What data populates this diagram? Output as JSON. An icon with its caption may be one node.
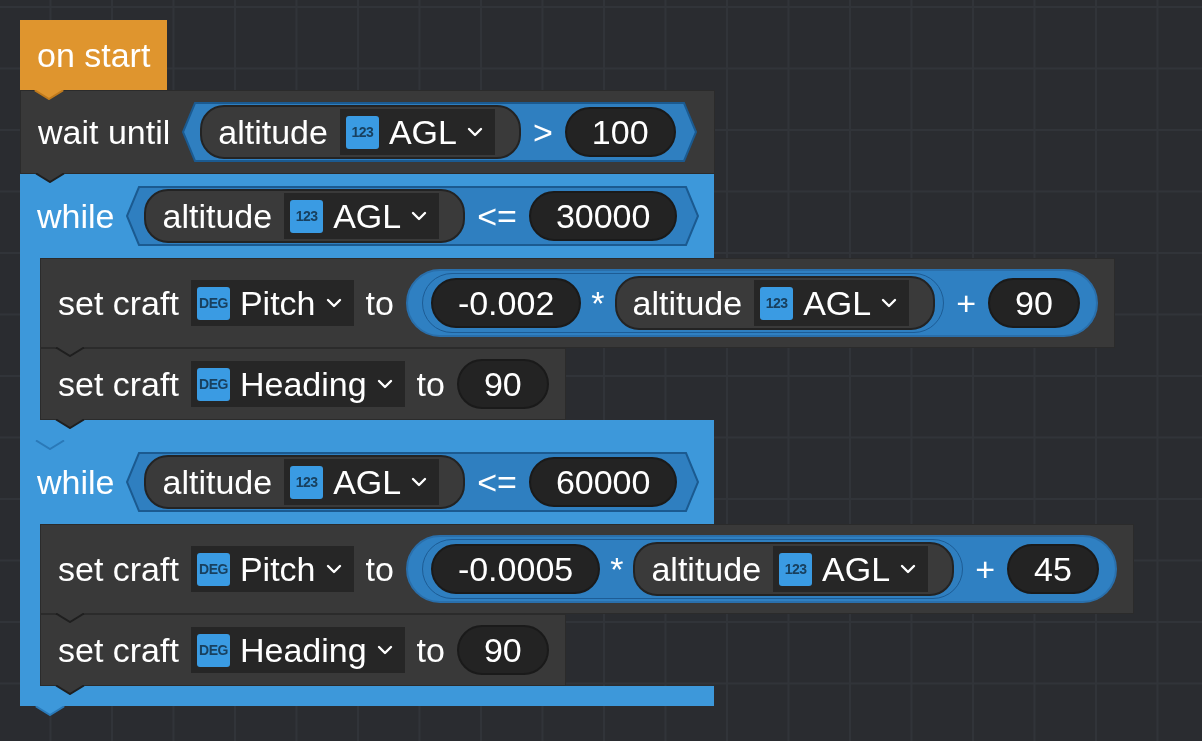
{
  "diagram": {
    "nodes": [
      {
        "text": [
          "on start"
        ]
      },
      {
        "text": [
          "wait until"
        ]
      },
      {
        "text": [
          ">"
        ],
        "in": 1
      },
      {
        "text": [
          "altitude"
        ],
        "in": 2
      },
      {
        "text": [
          "AGL"
        ],
        "in": 3
      },
      {
        "text": [
          "123"
        ],
        "in": 4
      },
      {
        "text": [
          "100"
        ],
        "in": 2
      },
      {
        "text": [
          "while"
        ]
      },
      {
        "text": [
          "<="
        ],
        "in": 7
      },
      {
        "text": [
          "altitude"
        ],
        "in": 8
      },
      {
        "text": [
          "AGL"
        ],
        "in": 9
      },
      {
        "text": [
          "123"
        ],
        "in": 10
      },
      {
        "text": [
          "30000"
        ],
        "in": 8
      },
      {
        "text": [
          "set craft",
          "to"
        ]
      },
      {
        "text": [
          "Pitch"
        ],
        "in": 13
      },
      {
        "text": [
          "DEG"
        ],
        "in": 14
      },
      {
        "text": [
          "+"
        ],
        "in": 13
      },
      {
        "text": [
          "*"
        ],
        "in": 16
      },
      {
        "text": [
          "-0.002"
        ],
        "in": 17
      },
      {
        "text": [
          "altitude"
        ],
        "in": 17
      },
      {
        "text": [
          "AGL"
        ],
        "in": 19
      },
      {
        "text": [
          "123"
        ],
        "in": 20
      },
      {
        "text": [
          "90"
        ],
        "in": 16
      },
      {
        "text": [
          "set craft",
          "to"
        ],
        "in": 7
      },
      {
        "text": [
          "Heading"
        ],
        "in": 23
      },
      {
        "text": [
          "DEG"
        ],
        "in": 24
      },
      {
        "text": [
          "90"
        ],
        "in": 23
      },
      {
        "text": [
          "while"
        ]
      },
      {
        "text": [
          "<="
        ],
        "in": 27
      },
      {
        "text": [
          "altitude"
        ],
        "in": 28
      },
      {
        "text": [
          "AGL"
        ],
        "in": 29
      },
      {
        "text": [
          "123"
        ],
        "in": 30
      },
      {
        "text": [
          "60000"
        ],
        "in": 28
      },
      {
        "text": [
          "set craft",
          "to"
        ]
      },
      {
        "text": [
          "Pitch"
        ],
        "in": 33
      },
      {
        "text": [
          "DEG"
        ],
        "in": 34
      },
      {
        "text": [
          "+"
        ],
        "in": 33
      },
      {
        "text": [
          "*"
        ],
        "in": 36
      },
      {
        "text": [
          "-0.0005"
        ],
        "in": 37
      },
      {
        "text": [
          "altitude"
        ],
        "in": 37
      },
      {
        "text": [
          "AGL"
        ],
        "in": 39
      },
      {
        "text": [
          "123"
        ],
        "in": 40
      },
      {
        "text": [
          "45"
        ],
        "in": 36
      },
      {
        "text": [
          "set craft",
          "to"
        ],
        "in": 27
      },
      {
        "text": [
          "Heading"
        ],
        "in": 43
      },
      {
        "text": [
          "DEG"
        ],
        "in": 44
      },
      {
        "text": [
          "90"
        ],
        "in": 43
      }
    ]
  }
}
